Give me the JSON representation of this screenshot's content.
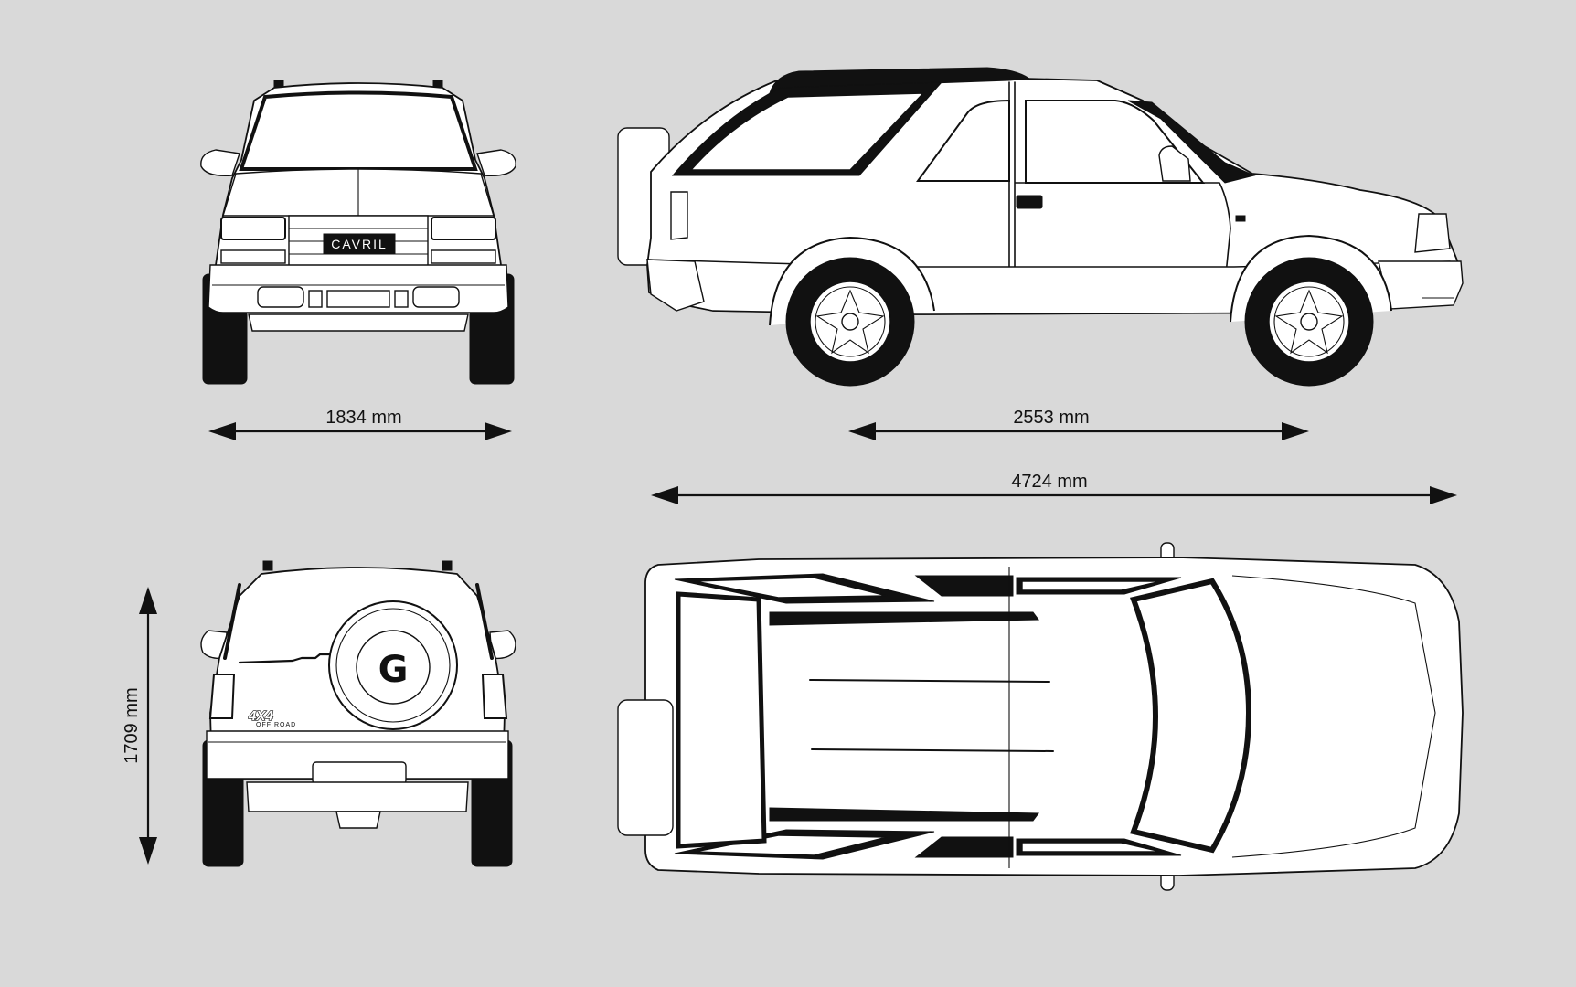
{
  "dimensions": {
    "width": "1834 mm",
    "wheelbase": "2553 mm",
    "length": "4724 mm",
    "height": "1709 mm"
  },
  "front_view": {
    "grille_badge": "CAVRIL"
  },
  "rear_view": {
    "spare_wheel_logo": "G",
    "emblem_main": "4X4",
    "emblem_sub": "OFF ROAD"
  },
  "colors": {
    "background": "#d9d9d9",
    "line": "#111111",
    "body": "#ffffff"
  }
}
